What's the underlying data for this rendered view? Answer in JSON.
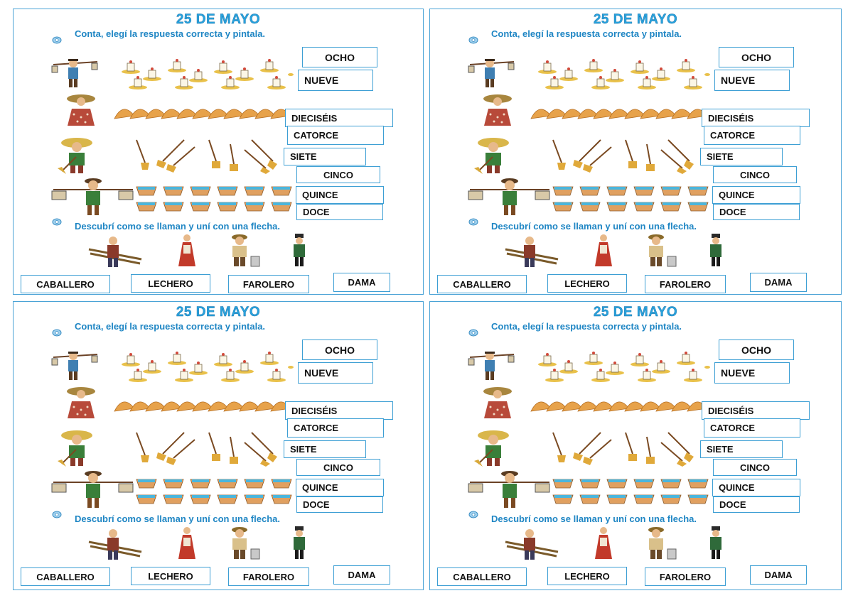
{
  "sheets": [
    {
      "title": "25 DE MAYO",
      "instruction_count": "Conta, elegí la respuesta correcta y pintala.",
      "instruction_names": "Descubrí como se llaman y uní con una flecha.",
      "rows": [
        {
          "figure": "vendor-with-candles",
          "object": "candle-icon",
          "count": 12,
          "options": [
            "OCHO",
            "NUEVE"
          ]
        },
        {
          "figure": "lady-empanadas",
          "object": "empanada-icon",
          "count": 12,
          "options": [
            "DIECISÉIS",
            "CATORCE"
          ]
        },
        {
          "figure": "broom-seller",
          "object": "broom-icon",
          "count": 7,
          "options": [
            "SIETE",
            "CINCO"
          ]
        },
        {
          "figure": "water-carrier",
          "object": "bucket-icon",
          "count": 12,
          "options": [
            "QUINCE",
            "DOCE"
          ]
        }
      ],
      "characters": [
        "lamplighter-figure",
        "lady-figure",
        "milkman-figure",
        "gentleman-figure"
      ],
      "names": [
        "CABALLERO",
        "LECHERO",
        "FAROLERO",
        "DAMA"
      ]
    },
    {
      "title": "25 DE MAYO",
      "instruction_count": "Conta, elegí la respuesta correcta y pintala.",
      "instruction_names": "Descubrí como se llaman y uní con una flecha.",
      "rows": [
        {
          "figure": "vendor-with-candles",
          "object": "candle-icon",
          "count": 12,
          "options": [
            "OCHO",
            "NUEVE"
          ]
        },
        {
          "figure": "lady-empanadas",
          "object": "empanada-icon",
          "count": 12,
          "options": [
            "DIECISÉIS",
            "CATORCE"
          ]
        },
        {
          "figure": "broom-seller",
          "object": "broom-icon",
          "count": 7,
          "options": [
            "SIETE",
            "CINCO"
          ]
        },
        {
          "figure": "water-carrier",
          "object": "bucket-icon",
          "count": 12,
          "options": [
            "QUINCE",
            "DOCE"
          ]
        }
      ],
      "characters": [
        "lamplighter-figure",
        "lady-figure",
        "milkman-figure",
        "gentleman-figure"
      ],
      "names": [
        "CABALLERO",
        "LECHERO",
        "FAROLERO",
        "DAMA"
      ]
    },
    {
      "title": "25 DE MAYO",
      "instruction_count": "Conta, elegí la respuesta correcta y pintala.",
      "instruction_names": "Descubrí como se llaman y uní con una flecha.",
      "rows": [
        {
          "figure": "vendor-with-candles",
          "object": "candle-icon",
          "count": 12,
          "options": [
            "OCHO",
            "NUEVE"
          ]
        },
        {
          "figure": "lady-empanadas",
          "object": "empanada-icon",
          "count": 12,
          "options": [
            "DIECISÉIS",
            "CATORCE"
          ]
        },
        {
          "figure": "broom-seller",
          "object": "broom-icon",
          "count": 7,
          "options": [
            "SIETE",
            "CINCO"
          ]
        },
        {
          "figure": "water-carrier",
          "object": "bucket-icon",
          "count": 12,
          "options": [
            "QUINCE",
            "DOCE"
          ]
        }
      ],
      "characters": [
        "lamplighter-figure",
        "lady-figure",
        "milkman-figure",
        "gentleman-figure"
      ],
      "names": [
        "CABALLERO",
        "LECHERO",
        "FAROLERO",
        "DAMA"
      ]
    },
    {
      "title": "25 DE MAYO",
      "instruction_count": "Conta, elegí la respuesta correcta y pintala.",
      "instruction_names": "Descubrí como se llaman y uní con una flecha.",
      "rows": [
        {
          "figure": "vendor-with-candles",
          "object": "candle-icon",
          "count": 12,
          "options": [
            "OCHO",
            "NUEVE"
          ]
        },
        {
          "figure": "lady-empanadas",
          "object": "empanada-icon",
          "count": 12,
          "options": [
            "DIECISÉIS",
            "CATORCE"
          ]
        },
        {
          "figure": "broom-seller",
          "object": "broom-icon",
          "count": 7,
          "options": [
            "SIETE",
            "CINCO"
          ]
        },
        {
          "figure": "water-carrier",
          "object": "bucket-icon",
          "count": 12,
          "options": [
            "QUINCE",
            "DOCE"
          ]
        }
      ],
      "characters": [
        "lamplighter-figure",
        "lady-figure",
        "milkman-figure",
        "gentleman-figure"
      ],
      "names": [
        "CABALLERO",
        "LECHERO",
        "FAROLERO",
        "DAMA"
      ]
    }
  ],
  "colors": {
    "title": "#29a3dd",
    "instruction": "#1f86c4",
    "box_border": "#3d9fd4",
    "sheet_border": "#4aa3d6"
  }
}
